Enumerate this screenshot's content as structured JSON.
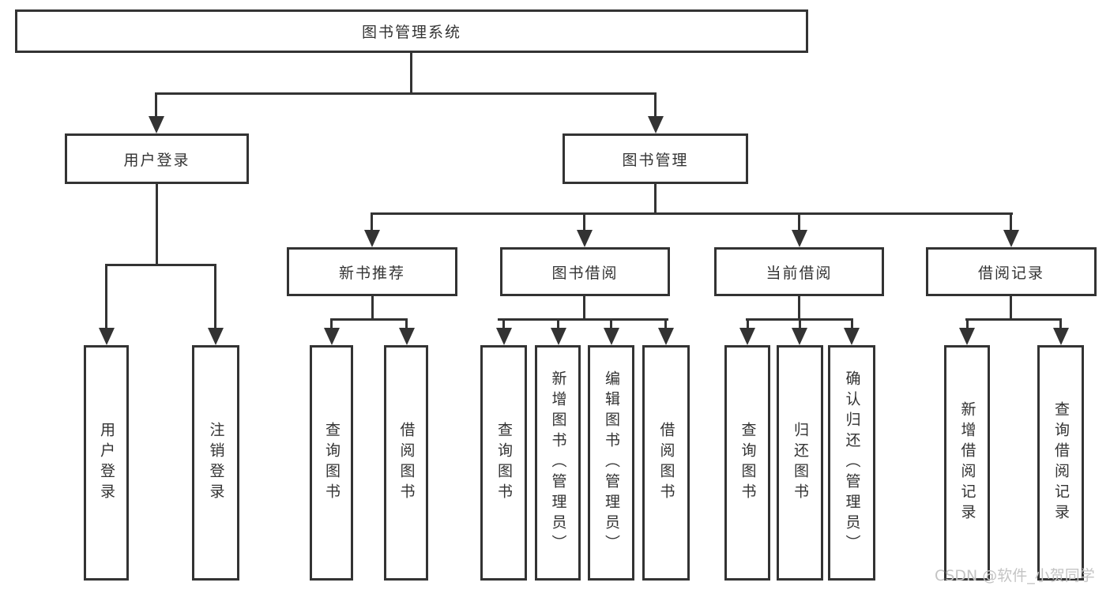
{
  "diagram": {
    "type": "hierarchy-tree",
    "colors": {
      "line": "#333333",
      "box_border": "#333333",
      "box_background": "#ffffff",
      "text": "#333333",
      "watermark_text": "#c4c4c4",
      "background": "#ffffff"
    },
    "watermark": {
      "text": "CSDN @软件_小贺同学"
    },
    "tree": {
      "label": "图书管理系统",
      "children": [
        {
          "label": "用户登录",
          "children": [
            {
              "label": "用户登录"
            },
            {
              "label": "注销登录"
            }
          ]
        },
        {
          "label": "图书管理",
          "children": [
            {
              "label": "新书推荐",
              "children": [
                {
                  "label": "查询图书"
                },
                {
                  "label": "借阅图书"
                }
              ]
            },
            {
              "label": "图书借阅",
              "children": [
                {
                  "label": "查询图书"
                },
                {
                  "label": "新增图书（管理员）"
                },
                {
                  "label": "编辑图书（管理员）"
                },
                {
                  "label": "借阅图书"
                }
              ]
            },
            {
              "label": "当前借阅",
              "children": [
                {
                  "label": "查询图书"
                },
                {
                  "label": "归还图书"
                },
                {
                  "label": "确认归还（管理员）"
                }
              ]
            },
            {
              "label": "借阅记录",
              "children": [
                {
                  "label": "新增借阅记录"
                },
                {
                  "label": "查询借阅记录"
                }
              ]
            }
          ]
        }
      ]
    }
  }
}
